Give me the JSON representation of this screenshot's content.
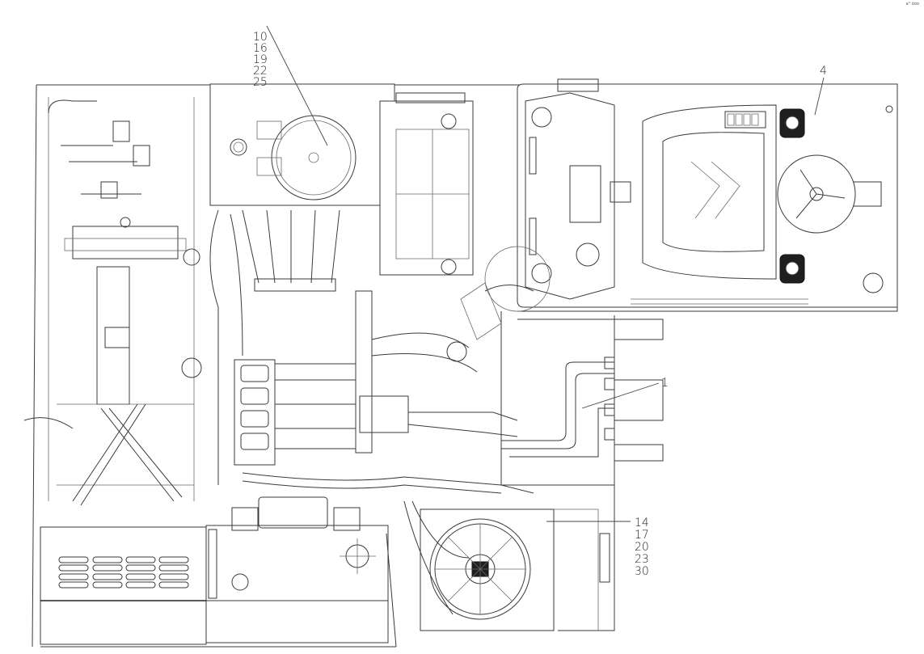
{
  "diagram": {
    "type": "machine top-view assembly drawing",
    "callouts": [
      {
        "id": "callout-a",
        "labels": [
          "10",
          "16",
          "19",
          "22",
          "25"
        ]
      },
      {
        "id": "callout-b",
        "labels": [
          "4"
        ]
      },
      {
        "id": "callout-c",
        "labels": [
          "1"
        ]
      },
      {
        "id": "callout-d",
        "labels": [
          "14",
          "17",
          "20",
          "23",
          "30"
        ]
      }
    ],
    "corner_mark": "a° ooo",
    "line_color": "#3a3a3a",
    "background": "#ffffff"
  }
}
